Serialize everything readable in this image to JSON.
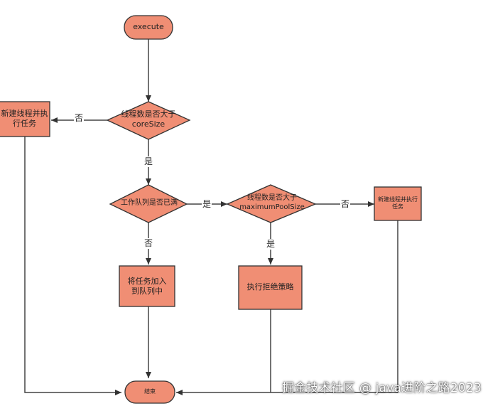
{
  "nodes": {
    "execute": "execute",
    "check_core": "线程数是否大于 coreSize",
    "create_thread_1": "新建线程并执行任务",
    "queue_full": "工作队列是否已满",
    "check_max": "线程数是否大于 maximumPoolSize",
    "create_thread_2": "新建线程并执行任务",
    "enqueue": "将任务加入到队列中",
    "reject": "执行拒绝策略",
    "end": "结束"
  },
  "edges": {
    "core_no": "否",
    "core_yes": "是",
    "queue_yes": "是",
    "queue_no": "否",
    "max_no": "否",
    "max_yes": "是"
  },
  "watermark": "掘金技术社区 @ java进阶之路2023",
  "colors": {
    "node_fill": "#f08e74",
    "node_stroke": "#333333",
    "line": "#444444"
  }
}
